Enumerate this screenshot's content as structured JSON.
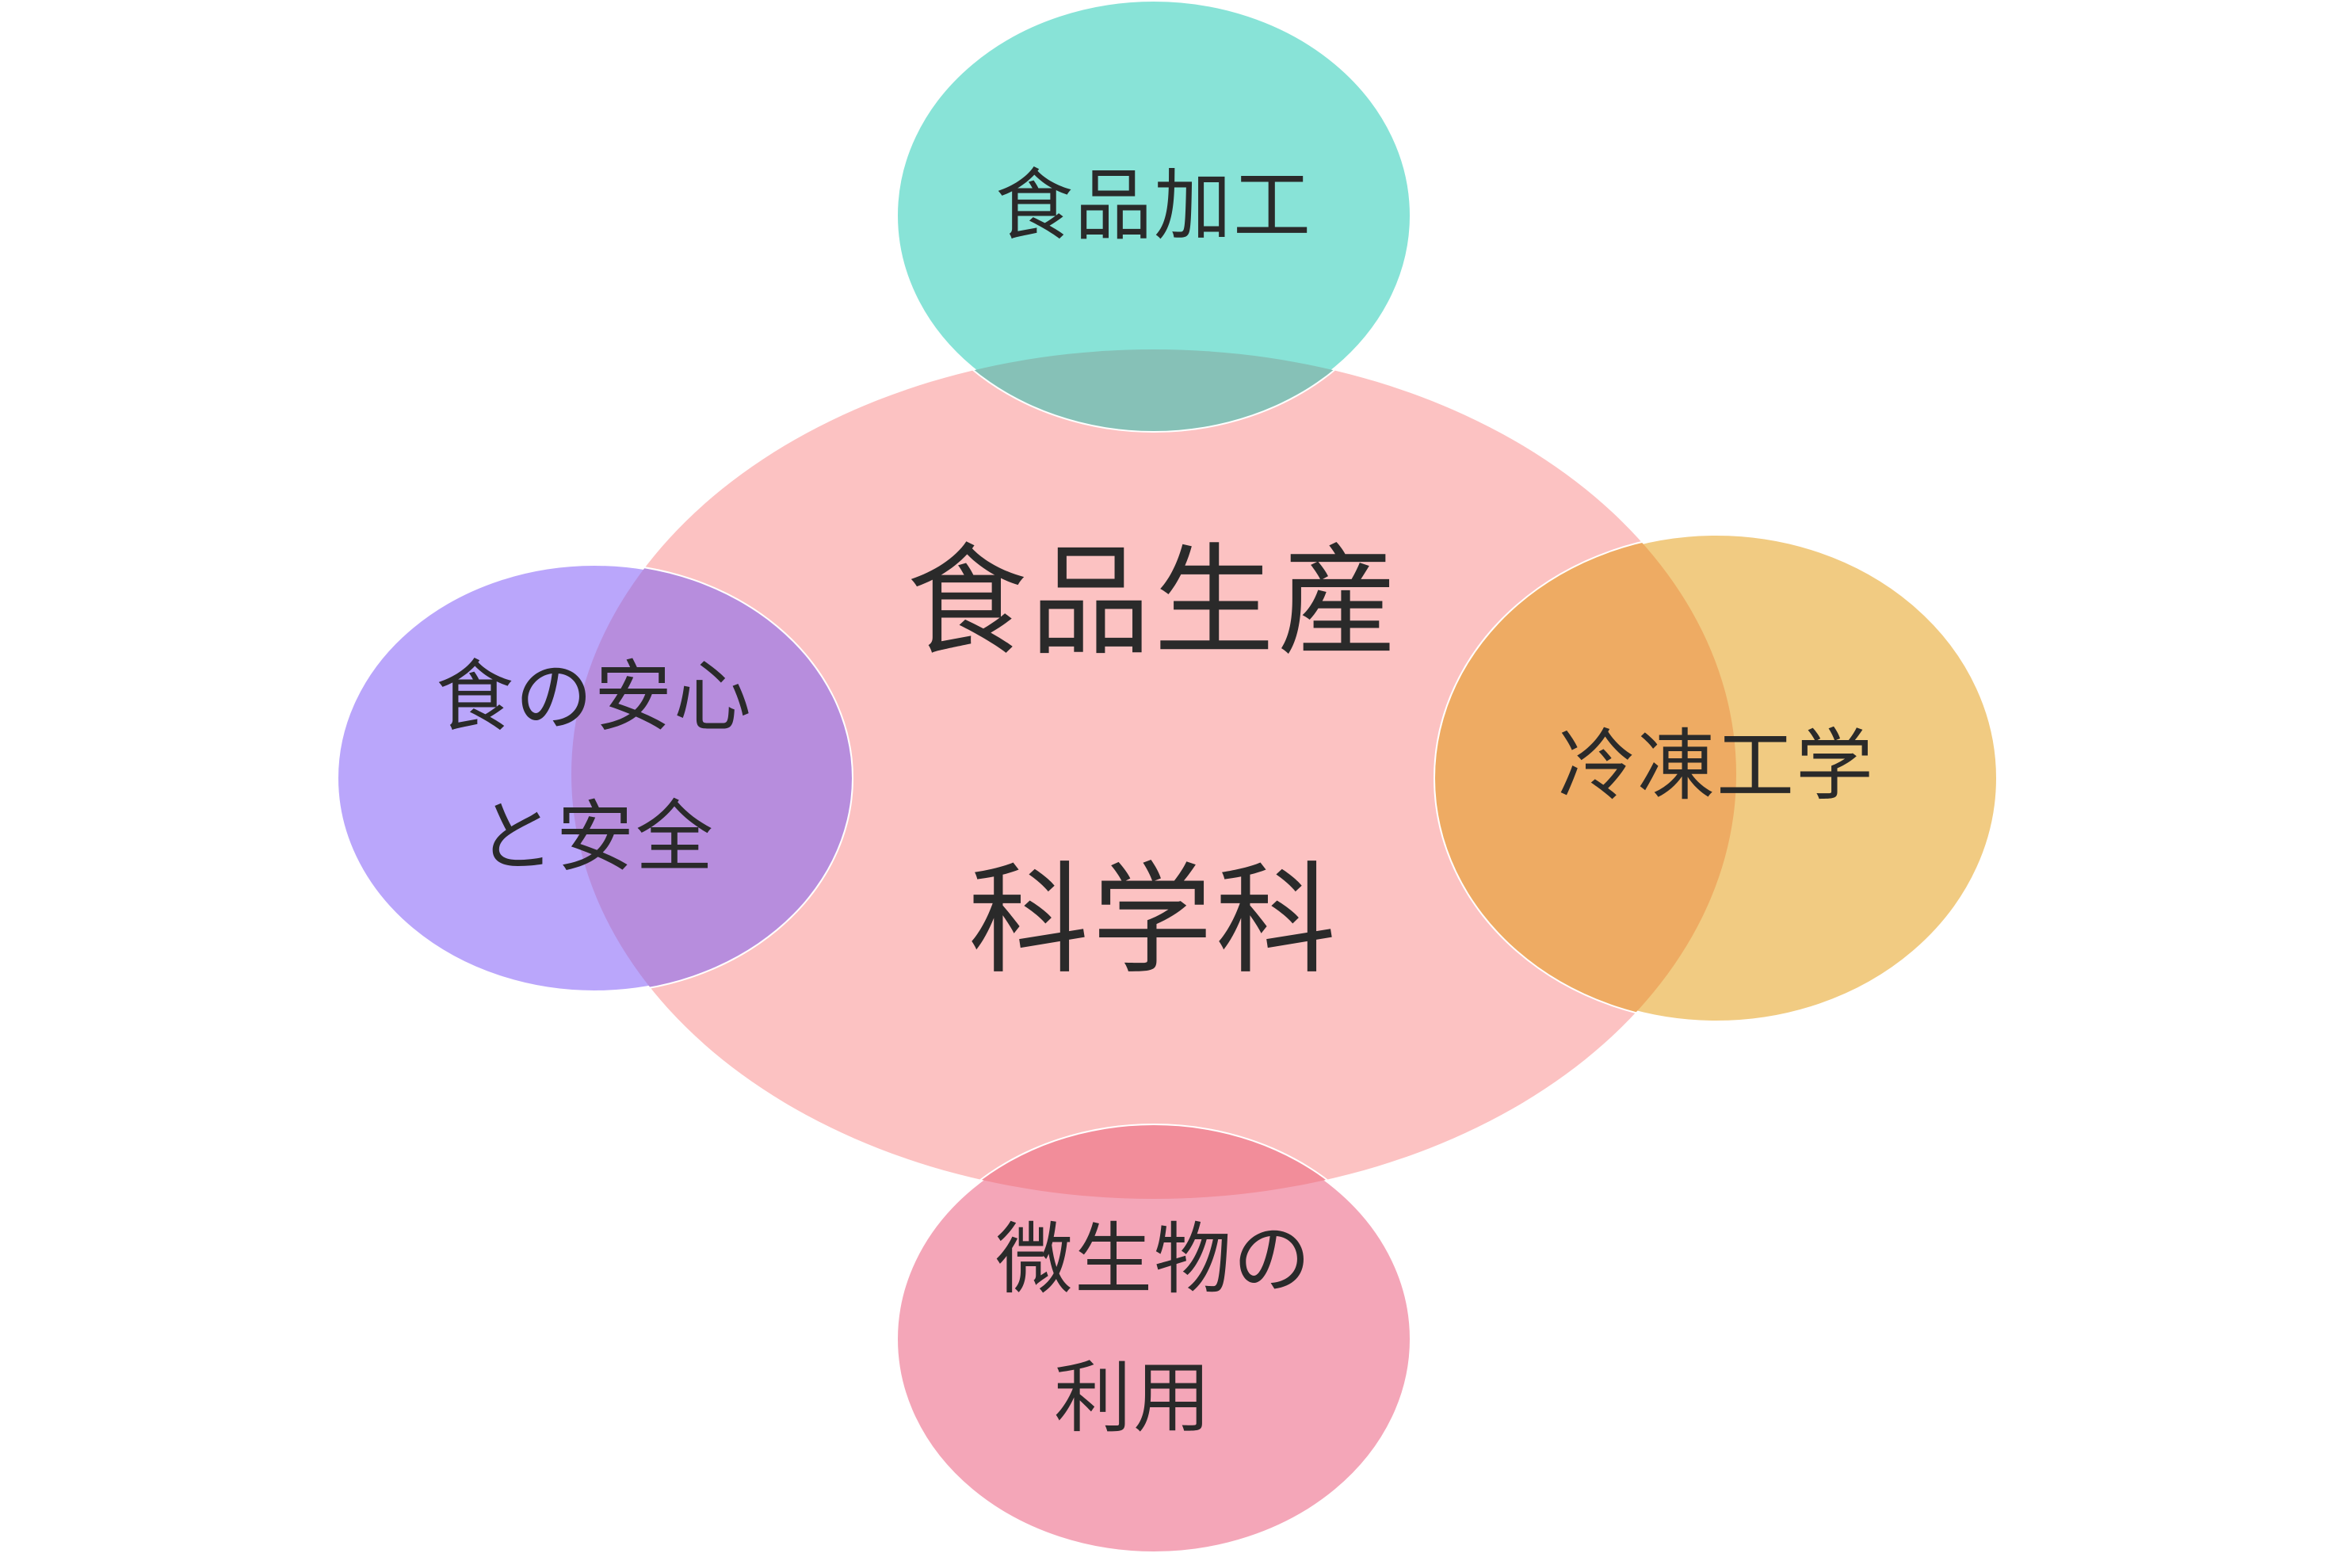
{
  "center": {
    "line1": "食品生産",
    "line2": "科学科",
    "color": "#FCC2C2"
  },
  "satellites": {
    "top": {
      "line1": "食品加工",
      "color": "#88E3D7",
      "overlap_color": "#86C1B7"
    },
    "left": {
      "line1": "食の安心",
      "line2": "と安全",
      "color": "#BAA6FB",
      "overlap_color": "#B78DDD"
    },
    "right": {
      "line1": "冷凍工学",
      "color": "#F1CB82",
      "overlap_color": "#EEAB63"
    },
    "bottom": {
      "line1": "微生物の",
      "line2": "利用",
      "color": "#F4A6B8",
      "overlap_color": "#F28D9A"
    }
  }
}
